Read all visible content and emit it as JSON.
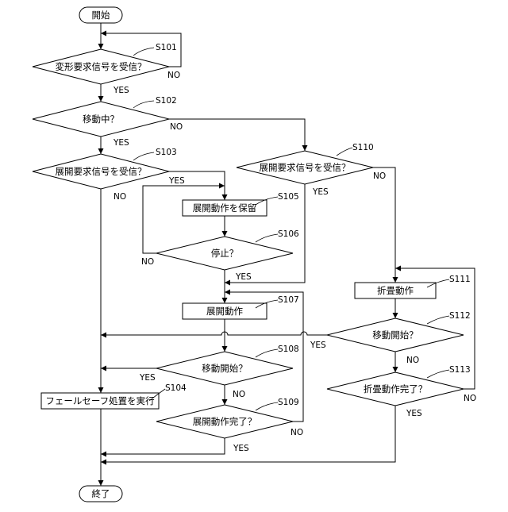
{
  "nodes": {
    "start": "開始",
    "s101": "変形要求信号を受信？",
    "s102": "移動中？",
    "s103": "展開要求信号を受信？",
    "s104": "フェールセーフ処置を実行",
    "s105": "展開動作を保留",
    "s106": "停止？",
    "s107": "展開動作",
    "s108": "移動開始？",
    "s109": "展開動作完了？",
    "s110": "展開要求信号を受信？",
    "s111": "折畳動作",
    "s112": "移動開始？",
    "s113": "折畳動作完了？",
    "end": "終了"
  },
  "steps": {
    "s101": "S101",
    "s102": "S102",
    "s103": "S103",
    "s104": "S104",
    "s105": "S105",
    "s106": "S106",
    "s107": "S107",
    "s108": "S108",
    "s109": "S109",
    "s110": "S110",
    "s111": "S111",
    "s112": "S112",
    "s113": "S113"
  },
  "edge_labels": {
    "s101_no": "NO",
    "s101_yes": "YES",
    "s102_no": "NO",
    "s102_yes": "YES",
    "s103_no": "NO",
    "s103_yes": "YES",
    "s106_no": "NO",
    "s106_yes": "YES",
    "s108_yes": "YES",
    "s108_no": "NO",
    "s109_no": "NO",
    "s109_yes": "YES",
    "s110_no": "NO",
    "s110_yes": "YES",
    "s112_yes": "YES",
    "s112_no": "NO",
    "s113_no": "NO",
    "s113_yes": "YES"
  }
}
